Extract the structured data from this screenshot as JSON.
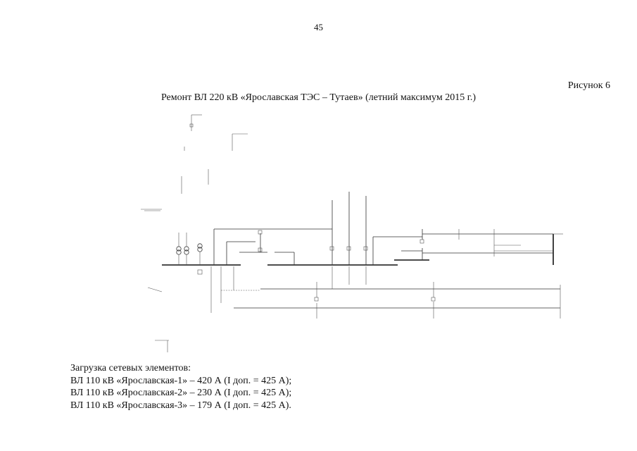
{
  "page": {
    "number": "45",
    "figure_label": "Рисунок 6",
    "figure_title": "Ремонт ВЛ 220 кВ «Ярославская ТЭС – Тутаев» (летний максимум 2015 г.)"
  },
  "summary": {
    "heading": "Загрузка сетевых элементов:",
    "lines": [
      "ВЛ 110 кВ «Ярославская-1» – 420 А (I доп. = 425 А);",
      "ВЛ 110 кВ «Ярославская-2» – 230 А (I доп. = 425 А);",
      "ВЛ 110 кВ «Ярославская-3» – 179 А (I доп. = 425 А)."
    ]
  }
}
